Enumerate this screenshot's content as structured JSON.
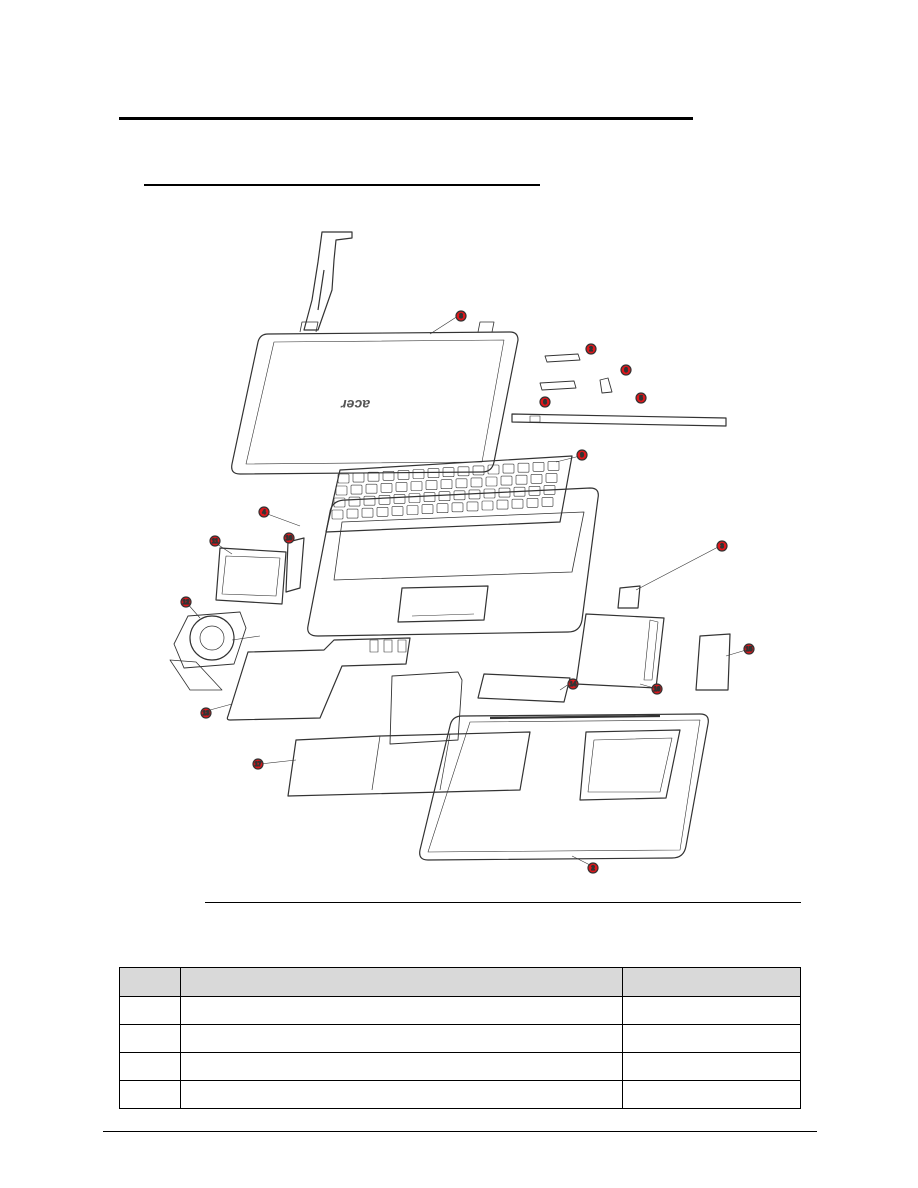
{
  "document": {
    "section_title": "",
    "figure_title": "",
    "figure_caption": "",
    "brand_logo_text": "acer",
    "footer_text": ""
  },
  "callouts": [
    "2",
    "2",
    "3",
    "4",
    "5",
    "6",
    "6",
    "8",
    "9",
    "10",
    "10",
    "11",
    "12",
    "13",
    "14",
    "15",
    "17"
  ],
  "parts_table": {
    "headers": [
      "",
      "",
      ""
    ],
    "rows": [
      [
        "",
        "",
        ""
      ],
      [
        "",
        "",
        ""
      ],
      [
        "",
        "",
        ""
      ],
      [
        "",
        "",
        ""
      ]
    ]
  },
  "colors": {
    "callout": "#e0161b",
    "line_art": "#333333",
    "table_header": "#d9d9d9"
  }
}
